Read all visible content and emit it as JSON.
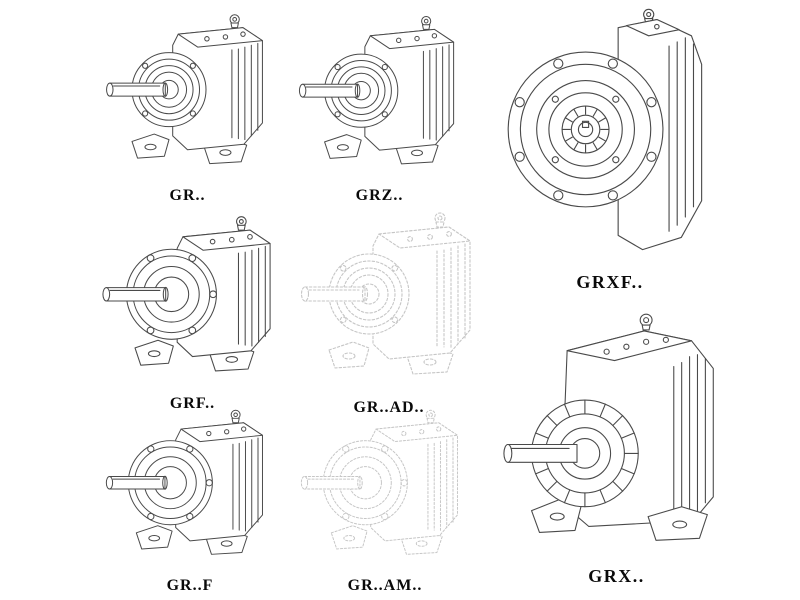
{
  "page": {
    "background": "#ffffff"
  },
  "colors": {
    "line": "#4a4a4a",
    "ghost_line": "#c6c6c6",
    "label_text": "#0a0a0a"
  },
  "figures": [
    {
      "id": "gr",
      "label": "GR..",
      "drawing": "inline-foot-gearbox",
      "style": "solid"
    },
    {
      "id": "grz",
      "label": "GRZ..",
      "drawing": "inline-foot-gearbox",
      "style": "solid"
    },
    {
      "id": "grxf",
      "label": "GRXF..",
      "drawing": "front-flange-gearbox",
      "style": "solid"
    },
    {
      "id": "grf",
      "label": "GRF..",
      "drawing": "inline-flange-gearbox",
      "style": "solid"
    },
    {
      "id": "grad",
      "label": "GR..AD..",
      "drawing": "inline-foot-gearbox",
      "style": "ghost"
    },
    {
      "id": "grx",
      "label": "GRX..",
      "drawing": "large-foot-gearbox",
      "style": "solid"
    },
    {
      "id": "grface",
      "label": "GR..F",
      "drawing": "inline-flange-gearbox",
      "style": "solid"
    },
    {
      "id": "gram",
      "label": "GR..AM..",
      "drawing": "inline-flange-gearbox",
      "style": "ghost"
    }
  ]
}
